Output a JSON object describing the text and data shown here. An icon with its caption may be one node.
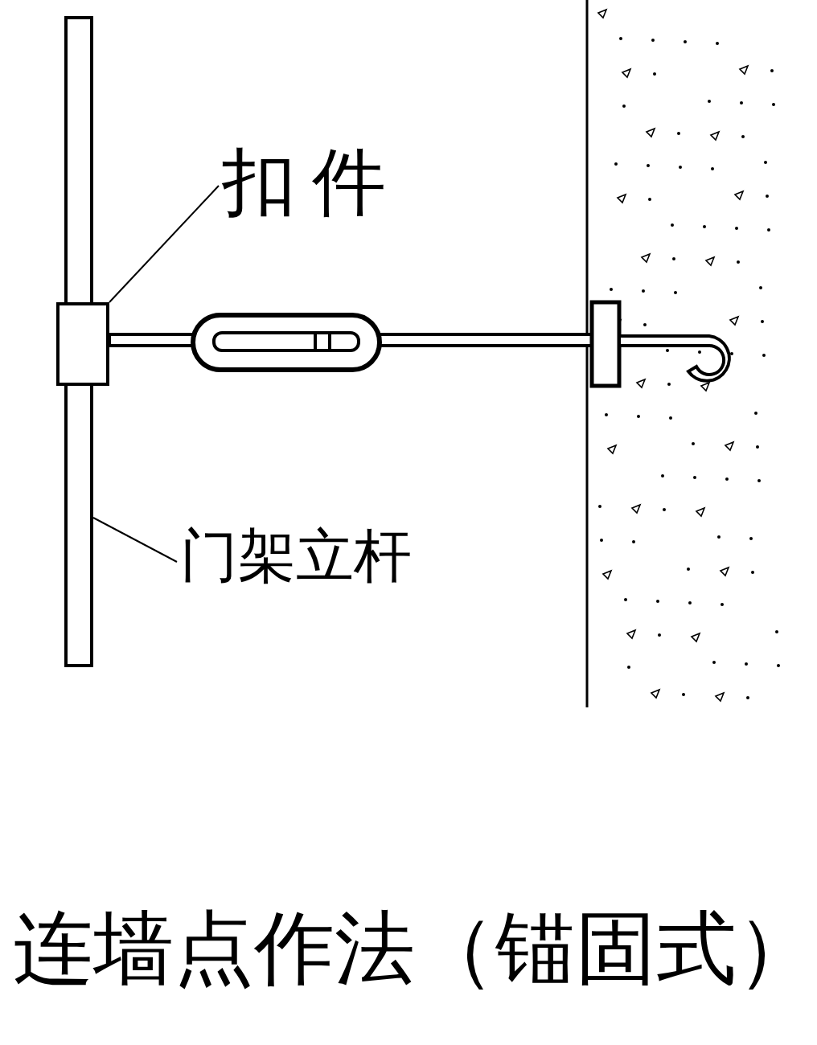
{
  "diagram": {
    "caption": "连墙点作法（锚固式）",
    "nodes": [
      {
        "text": [
          "扣件"
        ]
      },
      {
        "text": [],
        "shape": "box"
      },
      {
        "text": [
          "门架立杆"
        ]
      },
      {
        "text": [],
        "shape": "bar"
      }
    ],
    "edges": [
      {
        "from": 0,
        "to": 1,
        "arrow": "none"
      },
      {
        "from": 2,
        "to": 3,
        "arrow": "none"
      }
    ]
  }
}
